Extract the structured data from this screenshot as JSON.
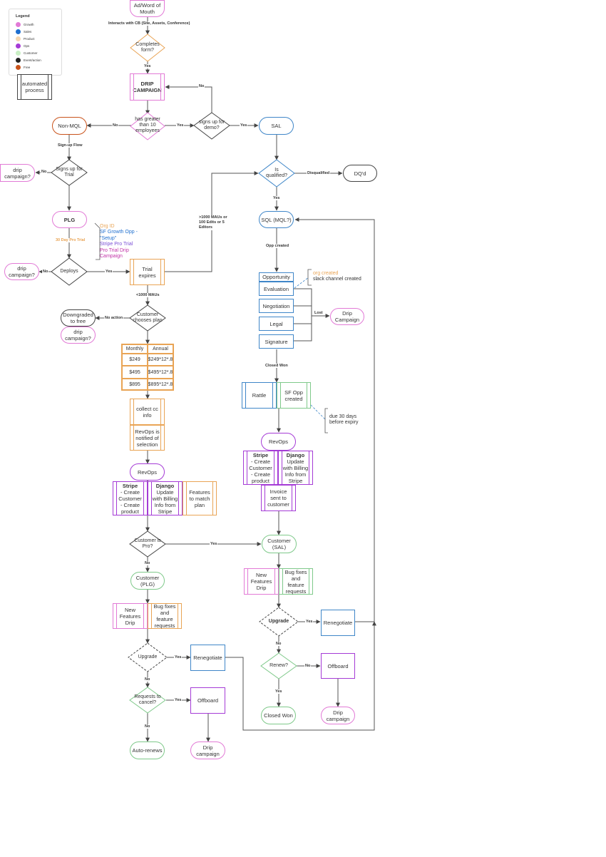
{
  "legend": {
    "title": "Legend",
    "items": [
      {
        "label": "Growth",
        "color": "#e27ad6"
      },
      {
        "label": "Sales",
        "color": "#1f6fcf"
      },
      {
        "label": "Product",
        "color": "#f6d7b0"
      },
      {
        "label": "Ops",
        "color": "#a53bd6"
      },
      {
        "label": "Customer",
        "color": "#c9efc4"
      },
      {
        "label": "Event/action",
        "color": "#222222"
      },
      {
        "label": "Free",
        "color": "#c9531b"
      }
    ]
  },
  "automated_process": "automated process",
  "nodes": {
    "ad_wom": "Ad/Word of Mouth",
    "interacts": "Interacts with CB (Site, Assets, Conference)",
    "completes_form": "Completes form?",
    "drip_campaign": "DRIP CAMPAIGN",
    "greater_10": "has greater than 10 employees",
    "signs_demo": "signs up for demo?",
    "sal": "SAL",
    "non_mql": "Non-MQL",
    "signup_flow": "Sign-up Flow",
    "signs_trial": "Signs up for Trial",
    "drip_campaign_q1": "drip campaign?",
    "is_qualified": "Is qualified?",
    "dqd": "DQ'd",
    "plg": "PLG",
    "pro_trial": "30 Day Pro Trial",
    "sql": "SQL (MQL?)",
    "threshold": ">1000 MAUs or 100 Edits or 5 Editors",
    "drip_campaign_q2": "drip campaign?",
    "deploys": "Deploys",
    "trial_expires": "Trial expires",
    "less_1000": "<1000 MAUs",
    "downgraded": "Downgraded to free",
    "customer_plan": "Customer chooses plan",
    "drip_campaign_q3": "drip campaign?",
    "opp_created": "Opp created",
    "opportunity": "Opportunity",
    "evaluation": "Evaluation",
    "negotiation": "Negotiation",
    "legal": "Legal",
    "signature": "Signature",
    "drip_campaign_lost": "Drip Campaign",
    "collect_cc": "collect cc info",
    "revops_notified": "RevOps is notified of selection",
    "closed_won_lbl": "Closed Won",
    "rattle": "Rattle",
    "sf_opp": "SF Opp created",
    "due_30": "due 30 days before expiry",
    "revops_left": "RevOps",
    "revops_right": "RevOps",
    "stripe_left_title": "Stripe",
    "stripe_left_body": "- Create Customer - Create product",
    "django_left_title": "Django",
    "django_left_body": "Update with Billing Info from Stripe",
    "features_match": "Features to match plan",
    "stripe_right_title": "Stripe",
    "stripe_right_body": "- Create Customer - Create product",
    "django_right_title": "Django",
    "django_right_body": "Update with Billing Info from Stripe",
    "invoice": "Invoice sent to customer",
    "customer_pro": "Customer is Pro?",
    "customer_sal": "Customer (SAL)",
    "customer_plg": "Customer (PLG)",
    "new_features_right": "New Features Drip",
    "bug_fixes_right": "Bug fixes and feature requests",
    "new_features_left": "New Features Drip",
    "bug_fixes_left": "Bug fixes and feature requests",
    "upgrade_right": "Upgrade",
    "renegotiate_right": "Renegotiate",
    "upgrade_left": "Upgrade",
    "renegotiate_left": "Renegotiate",
    "renew": "Renew?",
    "offboard_right": "Offboard",
    "requests_cancel": "Requests to cancel?",
    "offboard_left": "Offboard",
    "closed_won": "Closed Won",
    "drip_campaign_right": "Drip campaign",
    "auto_renews": "Auto-renews",
    "drip_campaign_left": "Drip campaign"
  },
  "plg_notes": {
    "org_id": "Org ID",
    "sf_growth": "SF Growth Opp - \"Setup\"",
    "stripe_trial": "Stripe Pro Trial",
    "pro_trial_drip": "Pro Trial Drip Campaign"
  },
  "eval_notes": {
    "org_created": "org created",
    "slack": "slack channel created"
  },
  "pricing": {
    "headers": [
      "Monthly",
      "Annual"
    ],
    "rows": [
      [
        "$249",
        "$249*12*.8"
      ],
      [
        "$495",
        "$495*12*.8"
      ],
      [
        "$895",
        "$895*12*.8"
      ]
    ]
  },
  "edge_labels": {
    "yes": "Yes",
    "no": "No",
    "no_action": "No action",
    "disqualified": "Disqualified",
    "lost": "Lost"
  },
  "colors": {
    "growth": "#e27ad6",
    "sales": "#3f86c8",
    "product": "#e9a455",
    "ops": "#a53bd6",
    "customer": "#7fc98a",
    "event": "#444444",
    "free": "#c9531b"
  }
}
